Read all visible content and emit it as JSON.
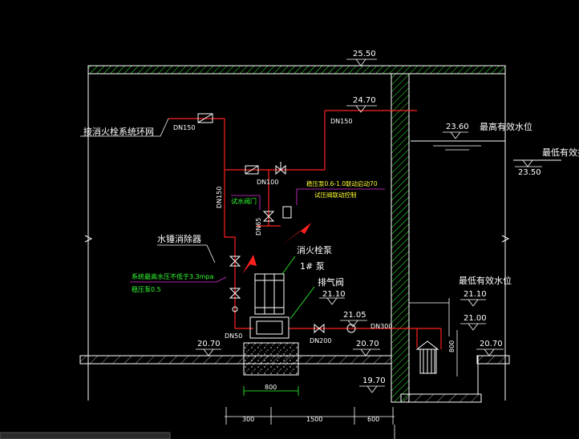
{
  "elevations": {
    "roof": "25.50",
    "pipe_top": "24.70",
    "max_water": "23.60",
    "min_warning": "23.50",
    "pump_center": "21.10",
    "suction": "21.05",
    "min_water_pit": "21.10",
    "pit_pipe": "21.00",
    "floor_left": "20.70",
    "floor_mid": "20.70",
    "floor_right": "20.70",
    "pit_bottom": "19.70"
  },
  "labels": {
    "to_loop": "接消火栓系统环网",
    "dn150_a": "DN150",
    "dn150_b": "DN150",
    "dn150_v": "DN150",
    "dn100": "DN100",
    "dn65": "DN65",
    "dn50": "DN50",
    "dn200": "DN200",
    "dn300": "DN300",
    "max_water_label": "最高有效水位",
    "min_warning_label": "最低有效报",
    "min_water_label": "最低有效水位",
    "hammer": "水锤消除器",
    "pump": "消火栓泵",
    "pump_no": "1# 泵",
    "air_valve": "排气阀",
    "test_valve": "试水阀门",
    "green_note1": "系统最高水压不低于3.3mpa",
    "green_note2": "稳压泵0.5",
    "yellow_note1": "稳压泵0.6-1.0联动启动70",
    "yellow_note2": "试压阀联动控制"
  },
  "dimensions": {
    "base": "800",
    "d1": "300",
    "d2": "1500",
    "d3": "600",
    "pit_h": "800"
  },
  "colors": {
    "background": "#000000",
    "pipe": "#ff2020",
    "structure": "#ffffff",
    "hatch": "#33ff33",
    "leader_magenta": "#dd33dd",
    "text_green": "#33ff33",
    "text_yellow": "#ffff33"
  }
}
